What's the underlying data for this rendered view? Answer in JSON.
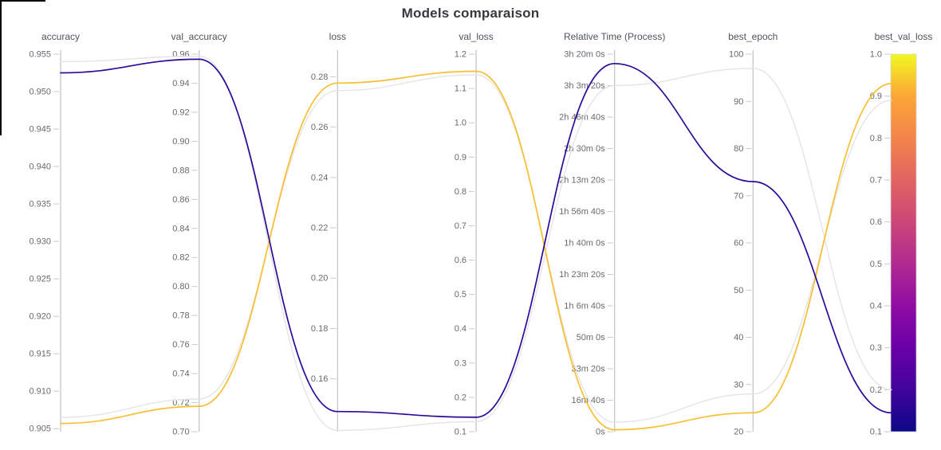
{
  "chart_data": {
    "type": "parallel-coordinates",
    "title": "Models comparaison",
    "legend_position": "none",
    "grid": false,
    "axes": [
      {
        "name": "accuracy",
        "domain": [
          0.9046,
          0.955
        ],
        "ticks": [
          {
            "label": "0.955",
            "v": 0.955
          },
          {
            "label": "0.950",
            "v": 0.95
          },
          {
            "label": "0.945",
            "v": 0.945
          },
          {
            "label": "0.940",
            "v": 0.94
          },
          {
            "label": "0.935",
            "v": 0.935
          },
          {
            "label": "0.930",
            "v": 0.93
          },
          {
            "label": "0.925",
            "v": 0.925
          },
          {
            "label": "0.920",
            "v": 0.92
          },
          {
            "label": "0.915",
            "v": 0.915
          },
          {
            "label": "0.910",
            "v": 0.91
          },
          {
            "label": "0.905",
            "v": 0.905
          }
        ]
      },
      {
        "name": "val_accuracy",
        "domain": [
          0.7,
          0.96
        ],
        "ticks": [
          {
            "label": "0.96",
            "v": 0.96
          },
          {
            "label": "0.94",
            "v": 0.94
          },
          {
            "label": "0.92",
            "v": 0.92
          },
          {
            "label": "0.90",
            "v": 0.9
          },
          {
            "label": "0.88",
            "v": 0.88
          },
          {
            "label": "0.86",
            "v": 0.86
          },
          {
            "label": "0.84",
            "v": 0.84
          },
          {
            "label": "0.82",
            "v": 0.82
          },
          {
            "label": "0.80",
            "v": 0.8
          },
          {
            "label": "0.78",
            "v": 0.78
          },
          {
            "label": "0.76",
            "v": 0.76
          },
          {
            "label": "0.74",
            "v": 0.74
          },
          {
            "label": "0.72",
            "v": 0.72
          },
          {
            "label": "0.70",
            "v": 0.7
          }
        ]
      },
      {
        "name": "loss",
        "domain": [
          0.139,
          0.289
        ],
        "ticks": [
          {
            "label": "0.28",
            "v": 0.28
          },
          {
            "label": "0.26",
            "v": 0.26
          },
          {
            "label": "0.24",
            "v": 0.24
          },
          {
            "label": "0.22",
            "v": 0.22
          },
          {
            "label": "0.20",
            "v": 0.2
          },
          {
            "label": "0.18",
            "v": 0.18
          },
          {
            "label": "0.16",
            "v": 0.16
          }
        ]
      },
      {
        "name": "val_loss",
        "domain": [
          0.1,
          1.2
        ],
        "ticks": [
          {
            "label": "1.2",
            "v": 1.2
          },
          {
            "label": "1.1",
            "v": 1.1
          },
          {
            "label": "1.0",
            "v": 1.0
          },
          {
            "label": "0.9",
            "v": 0.9
          },
          {
            "label": "0.8",
            "v": 0.8
          },
          {
            "label": "0.7",
            "v": 0.7
          },
          {
            "label": "0.6",
            "v": 0.6
          },
          {
            "label": "0.5",
            "v": 0.5
          },
          {
            "label": "0.4",
            "v": 0.4
          },
          {
            "label": "0.3",
            "v": 0.3
          },
          {
            "label": "0.2",
            "v": 0.2
          },
          {
            "label": "0.1",
            "v": 0.1
          }
        ]
      },
      {
        "name": "Relative Time (Process)",
        "domain": [
          0,
          12000
        ],
        "ticks": [
          {
            "label": "3h 20m 0s",
            "v": 12000
          },
          {
            "label": "3h 3m 20s",
            "v": 11000
          },
          {
            "label": "2h 46m 40s",
            "v": 10000
          },
          {
            "label": "2h 30m 0s",
            "v": 9000
          },
          {
            "label": "2h 13m 20s",
            "v": 8000
          },
          {
            "label": "1h 56m 40s",
            "v": 7000
          },
          {
            "label": "1h 40m 0s",
            "v": 6000
          },
          {
            "label": "1h 23m 20s",
            "v": 5000
          },
          {
            "label": "1h 6m 40s",
            "v": 4000
          },
          {
            "label": "50m 0s",
            "v": 3000
          },
          {
            "label": "33m 20s",
            "v": 2000
          },
          {
            "label": "16m 40s",
            "v": 1000
          },
          {
            "label": "0s",
            "v": 0
          }
        ]
      },
      {
        "name": "best_epoch",
        "domain": [
          20,
          100
        ],
        "ticks": [
          {
            "label": "100",
            "v": 100
          },
          {
            "label": "90",
            "v": 90
          },
          {
            "label": "80",
            "v": 80
          },
          {
            "label": "70",
            "v": 70
          },
          {
            "label": "60",
            "v": 60
          },
          {
            "label": "50",
            "v": 50
          },
          {
            "label": "40",
            "v": 40
          },
          {
            "label": "30",
            "v": 30
          },
          {
            "label": "20",
            "v": 20
          }
        ]
      },
      {
        "name": "best_val_loss",
        "domain": [
          0.1,
          1.0
        ],
        "colorbar": true,
        "ticks": [
          {
            "label": "1.0",
            "v": 1.0
          },
          {
            "label": "0.9",
            "v": 0.9
          },
          {
            "label": "0.8",
            "v": 0.8
          },
          {
            "label": "0.7",
            "v": 0.7
          },
          {
            "label": "0.6",
            "v": 0.6
          },
          {
            "label": "0.5",
            "v": 0.5
          },
          {
            "label": "0.4",
            "v": 0.4
          },
          {
            "label": "0.3",
            "v": 0.3
          },
          {
            "label": "0.2",
            "v": 0.2
          },
          {
            "label": "0.1",
            "v": 0.1
          }
        ]
      }
    ],
    "lines": [
      {
        "id": "model-gray-short-train",
        "color": "#e4e4e4",
        "width": 1.4,
        "values": [
          0.9065,
          0.7225,
          0.2745,
          1.14,
          300,
          28,
          0.89
        ]
      },
      {
        "id": "model-gray-long-train",
        "color": "#e4e4e4",
        "width": 1.4,
        "values": [
          0.954,
          0.9585,
          0.1395,
          0.129,
          11000,
          97,
          0.2
        ]
      },
      {
        "id": "model-yellow",
        "color": "#f8bf32",
        "width": 1.7,
        "values": [
          0.9057,
          0.7175,
          0.2775,
          1.15,
          60,
          24,
          0.93
        ]
      },
      {
        "id": "model-indigo",
        "color": "#2b0a97",
        "width": 1.7,
        "values": [
          0.9525,
          0.9565,
          0.147,
          0.142,
          11700,
          73,
          0.145
        ]
      }
    ],
    "colorbar_gradient_bottom_to_top": [
      "#0d0887",
      "#41049d",
      "#6a00a8",
      "#8f0da4",
      "#b12a90",
      "#cc4778",
      "#e16462",
      "#f2844b",
      "#fca636",
      "#f0f921"
    ],
    "axis_color": "#c9c9c9",
    "tick_label_color": "#666a6e",
    "axis_title_color": "#4e555c"
  }
}
